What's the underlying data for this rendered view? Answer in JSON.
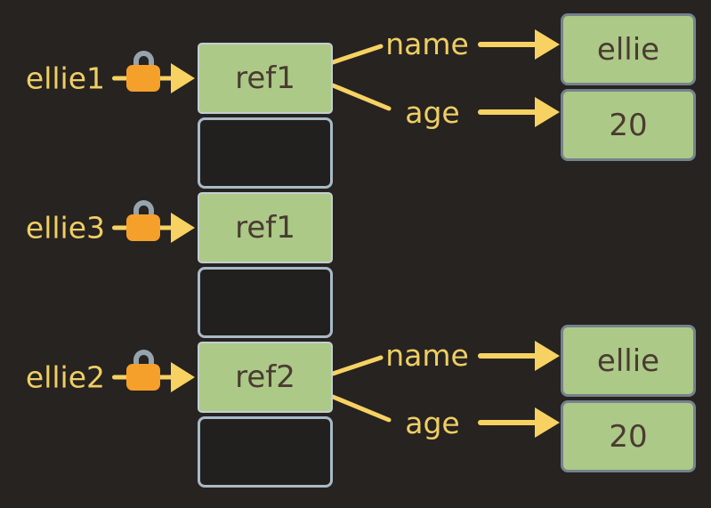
{
  "colors": {
    "background": "#262321",
    "box_green": "#ACC987",
    "box_green_border": "#C4CED3",
    "box_empty_bg": "#21201E",
    "box_empty_border": "#A9BAC6",
    "value_box_border": "#75828C",
    "text_yellow": "#EFCE63",
    "text_dark": "#4A3B32",
    "arrow_yellow": "#F7D262",
    "lock_body": "#F5A02B",
    "lock_shackle": "#97A3AD"
  },
  "variables": [
    {
      "label": "ellie1",
      "icon": "lock-icon",
      "points_to": "ref1"
    },
    {
      "label": "ellie3",
      "icon": "lock-icon",
      "points_to": "ref1"
    },
    {
      "label": "ellie2",
      "icon": "lock-icon",
      "points_to": "ref2"
    }
  ],
  "stack": {
    "cells": [
      {
        "type": "ref",
        "label": "ref1"
      },
      {
        "type": "empty",
        "label": ""
      },
      {
        "type": "ref",
        "label": "ref1"
      },
      {
        "type": "empty",
        "label": ""
      },
      {
        "type": "ref",
        "label": "ref2"
      },
      {
        "type": "empty",
        "label": ""
      }
    ]
  },
  "objects": [
    {
      "ref": "ref1",
      "properties": [
        {
          "key": "name",
          "value": "ellie"
        },
        {
          "key": "age",
          "value": "20"
        }
      ]
    },
    {
      "ref": "ref2",
      "properties": [
        {
          "key": "name",
          "value": "ellie"
        },
        {
          "key": "age",
          "value": "20"
        }
      ]
    }
  ]
}
